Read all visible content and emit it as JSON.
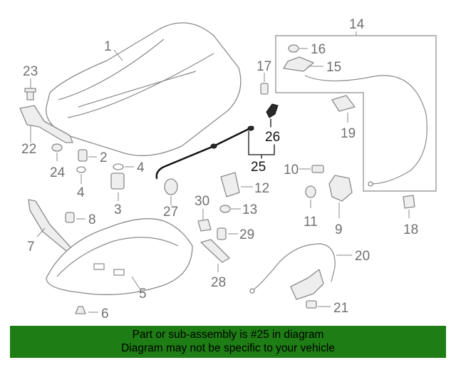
{
  "diagram": {
    "callouts": {
      "c1": "1",
      "c2": "2",
      "c3": "3",
      "c4a": "4",
      "c4b": "4",
      "c5": "5",
      "c6": "6",
      "c7": "7",
      "c8": "8",
      "c9": "9",
      "c10": "10",
      "c11": "11",
      "c12": "12",
      "c13": "13",
      "c14": "14",
      "c15": "15",
      "c16": "16",
      "c17": "17",
      "c18": "18",
      "c19": "19",
      "c20": "20",
      "c21": "21",
      "c22": "22",
      "c23": "23",
      "c24": "24",
      "c25": "25",
      "c26": "26",
      "c27": "27",
      "c28": "28",
      "c29": "29",
      "c30": "30"
    },
    "highlighted_parts": [
      "25",
      "26"
    ],
    "colors": {
      "highlight": "#111111",
      "parts": "#8a8a8a",
      "banner": "#1e7d14"
    }
  },
  "banner": {
    "line1": "Part or sub-assembly is #25 in diagram",
    "line2": "Diagram may not be specific to your vehicle"
  }
}
